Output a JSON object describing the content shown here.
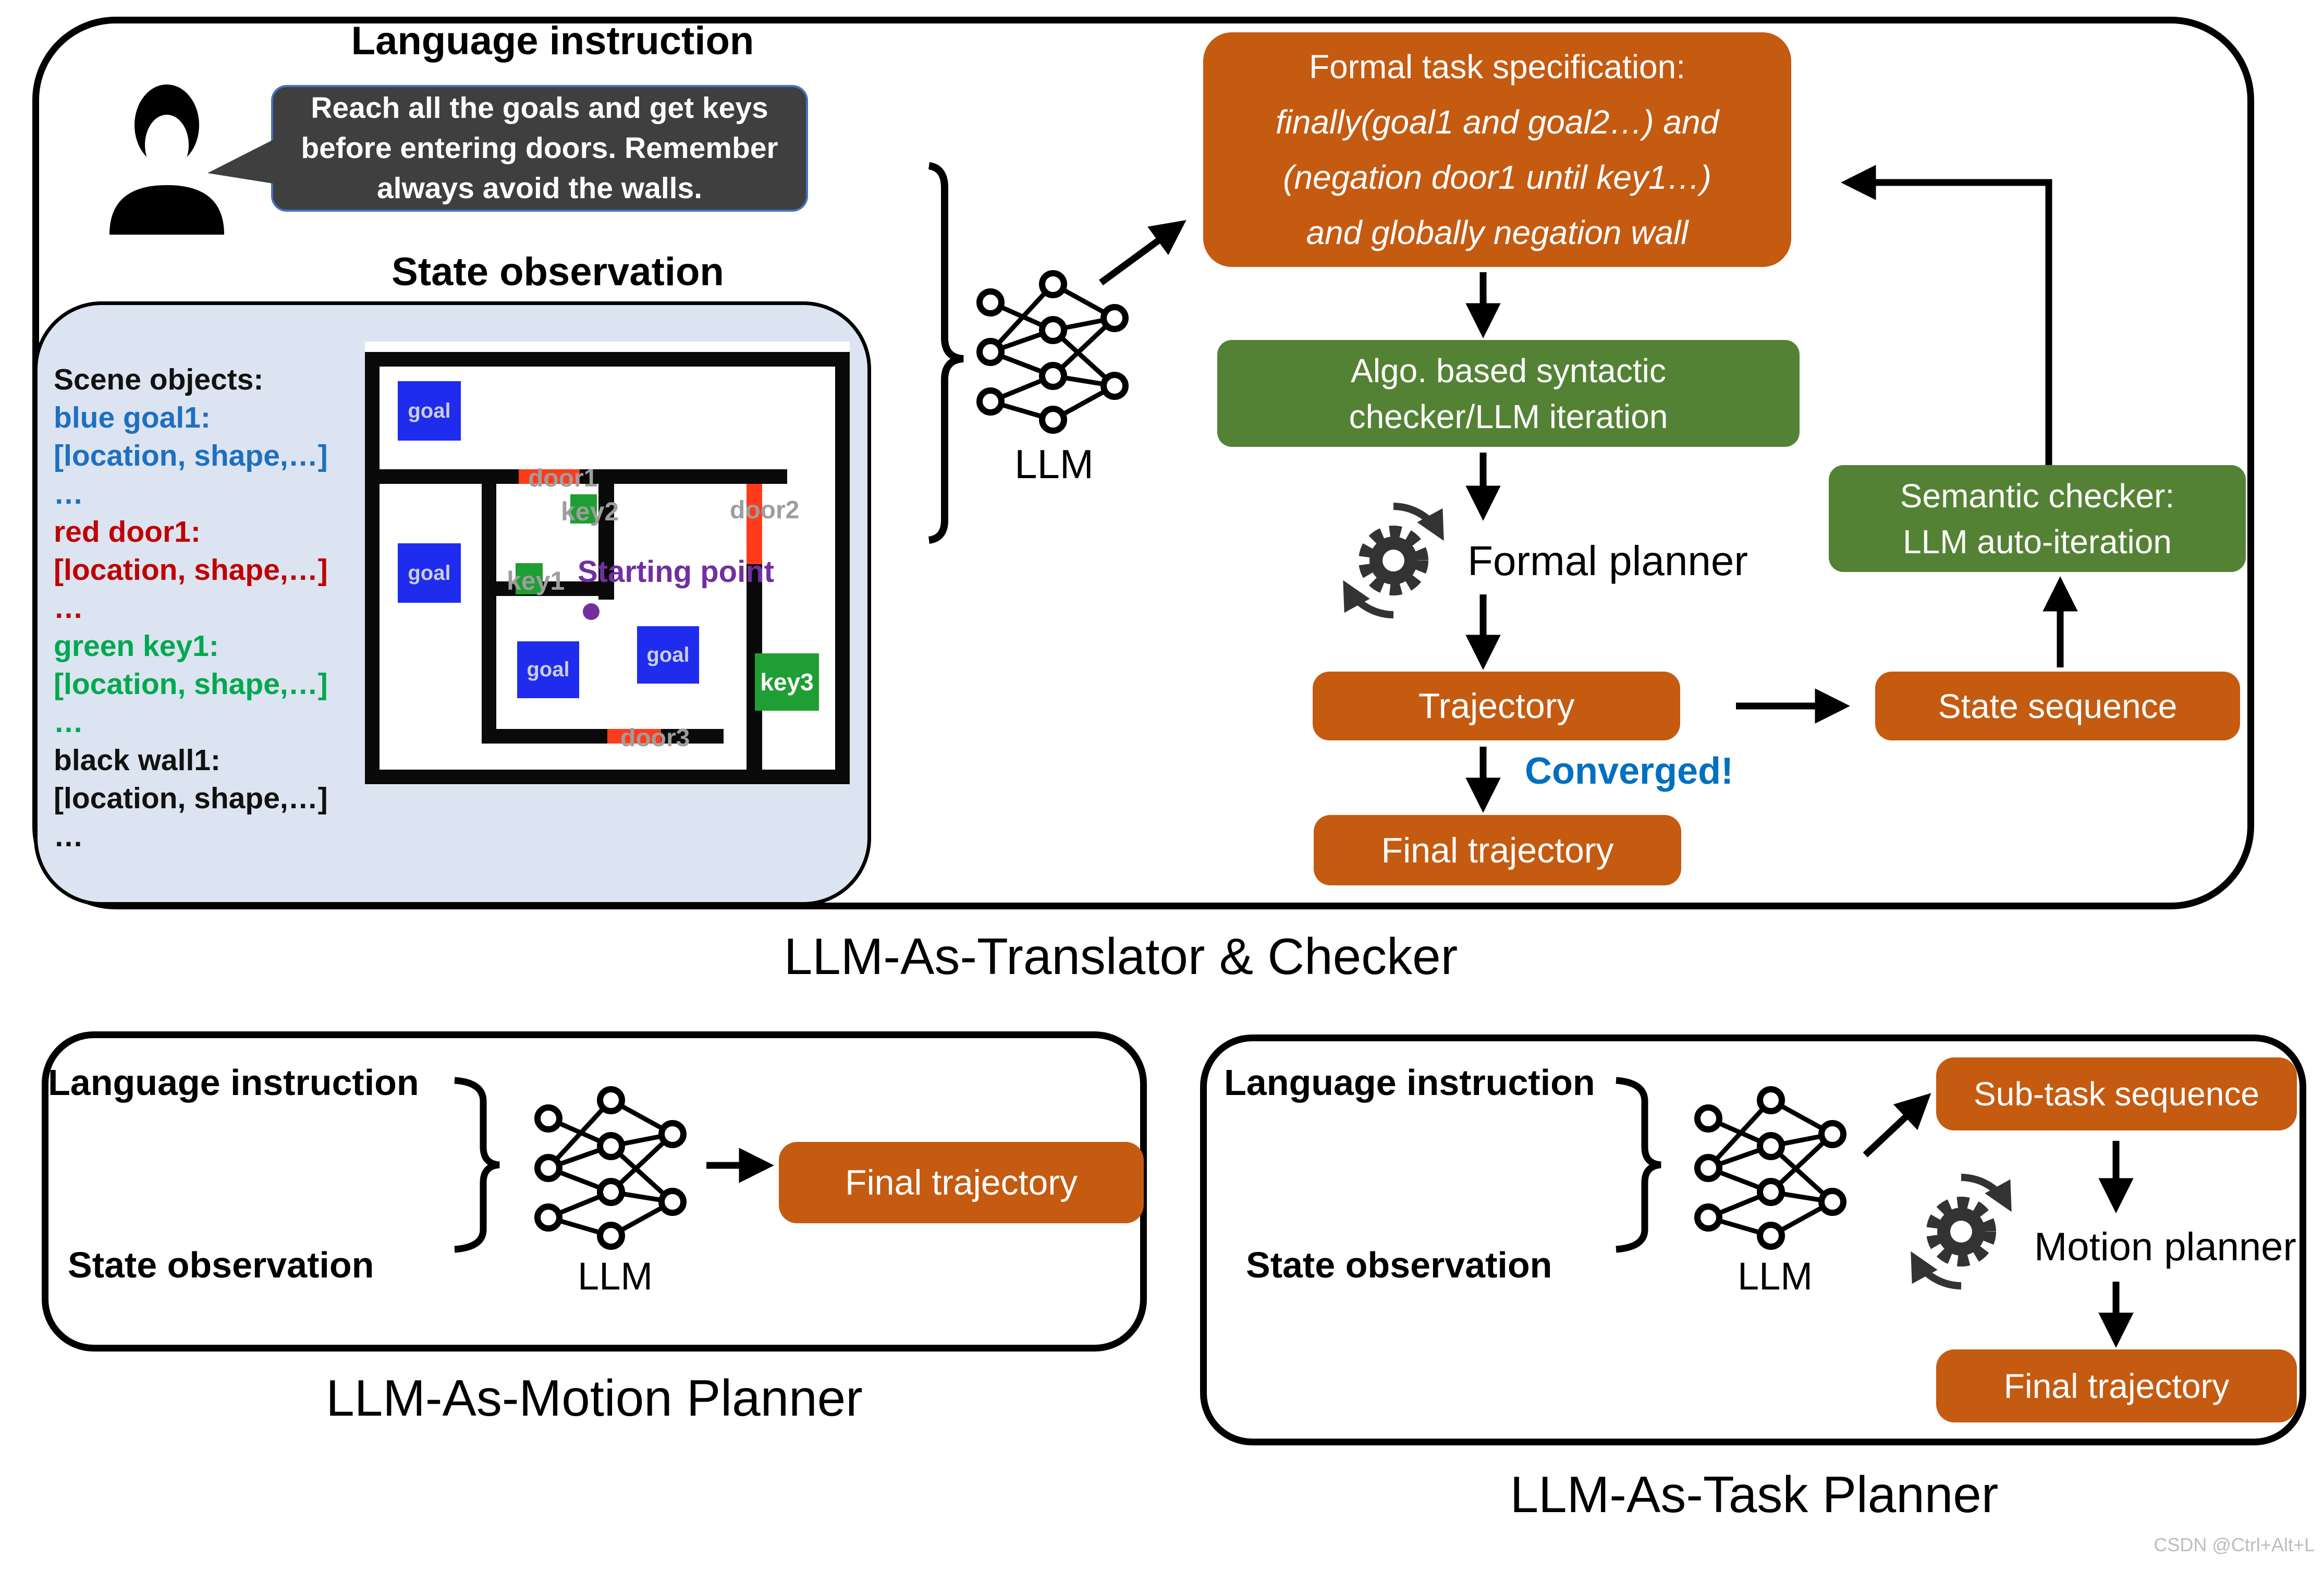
{
  "translator": {
    "caption": "LLM-As-Translator & Checker",
    "title_language": "Language instruction",
    "title_state": "State observation",
    "bubble_line1": "Reach all the goals and get keys",
    "bubble_line2": "before entering doors. Remember",
    "bubble_line3": "always avoid the walls.",
    "llm": "LLM",
    "scene_lines": [
      {
        "t": "Scene objects:",
        "c": "c-black"
      },
      {
        "t": "blue goal1:",
        "c": "c-blue"
      },
      {
        "t": "[location, shape,…]",
        "c": "c-blue"
      },
      {
        "t": "…",
        "c": "c-blue"
      },
      {
        "t": "red door1:",
        "c": "c-red"
      },
      {
        "t": "[location, shape,…]",
        "c": "c-red"
      },
      {
        "t": "…",
        "c": "c-red"
      },
      {
        "t": "green key1:",
        "c": "c-green"
      },
      {
        "t": "[location, shape,…]",
        "c": "c-green"
      },
      {
        "t": "…",
        "c": "c-green"
      },
      {
        "t": "black wall1:",
        "c": "c-black"
      },
      {
        "t": "[location, shape,…]",
        "c": "c-black"
      },
      {
        "t": "…",
        "c": "c-black"
      }
    ],
    "spec_title": "Formal task specification:",
    "spec_line1": "finally(goal1 and goal2…) and",
    "spec_line2": "(negation door1 until key1…)",
    "spec_line3": "and globally negation wall",
    "syntactic_line1": "Algo. based syntactic",
    "syntactic_line2": "checker/LLM iteration",
    "formal_planner": "Formal planner",
    "trajectory": "Trajectory",
    "state_sequence": "State sequence",
    "semantic_line1": "Semantic checker:",
    "semantic_line2": "LLM auto-iteration",
    "converged": "Converged!",
    "final_trajectory": "Final trajectory"
  },
  "maze": {
    "goal": "goal",
    "key1": "key1",
    "key2": "key2",
    "key3": "key3",
    "door1": "door1",
    "door2": "door2",
    "door3": "door3",
    "start": "Starting point"
  },
  "motion": {
    "caption": "LLM-As-Motion Planner",
    "title_language": "Language instruction",
    "title_state": "State observation",
    "llm": "LLM",
    "final_trajectory": "Final trajectory"
  },
  "task": {
    "caption": "LLM-As-Task Planner",
    "title_language": "Language instruction",
    "title_state": "State observation",
    "llm": "LLM",
    "subtask": "Sub-task sequence",
    "motion_planner": "Motion planner",
    "final_trajectory": "Final trajectory"
  },
  "watermark": "CSDN @Ctrl+Alt+L",
  "colors": {
    "orange_box": "#C55A11",
    "green_box": "#548235",
    "converged_blue": "#0070C0",
    "purple": "#7030A0",
    "door_red": "#ff3b1c",
    "goal_blue": "#1f2cee",
    "key_green": "#1f9e33",
    "panel_blue": "#dbe4f0"
  }
}
